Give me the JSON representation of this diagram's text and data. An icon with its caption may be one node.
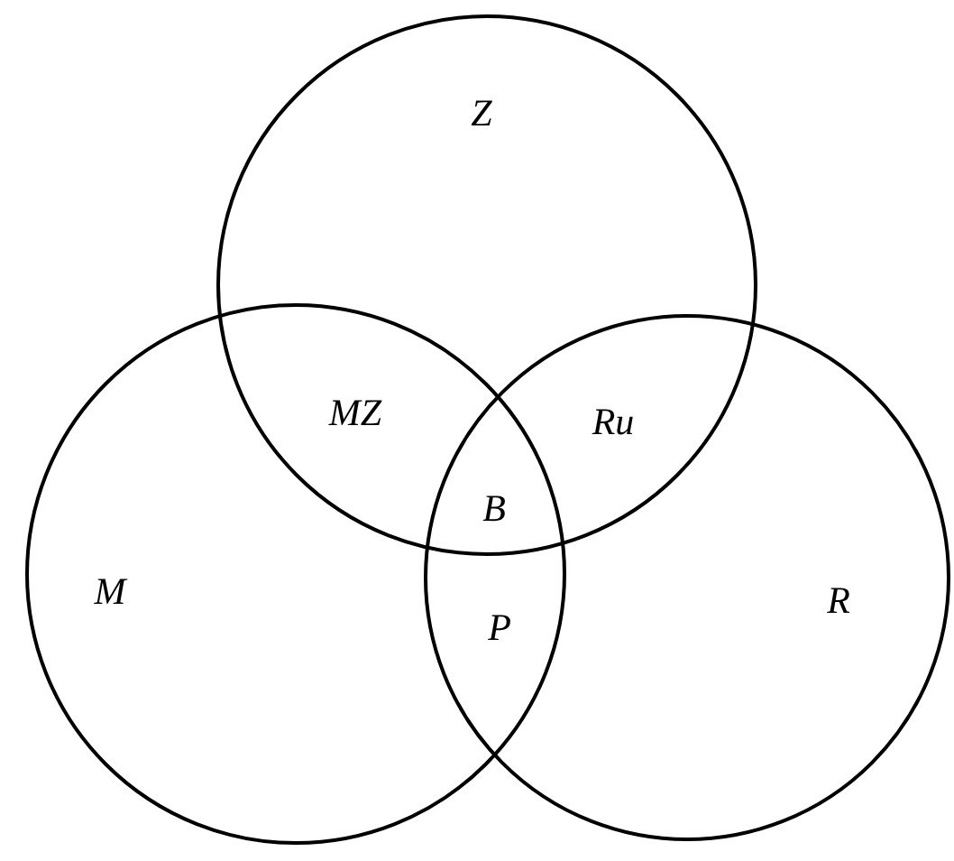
{
  "diagram": {
    "nodes": [
      {
        "text": [
          "Z"
        ]
      },
      {
        "text": [
          "M"
        ]
      },
      {
        "text": [
          "R"
        ]
      }
    ],
    "labels": [
      "MZ",
      "Ru",
      "B",
      "P"
    ]
  }
}
